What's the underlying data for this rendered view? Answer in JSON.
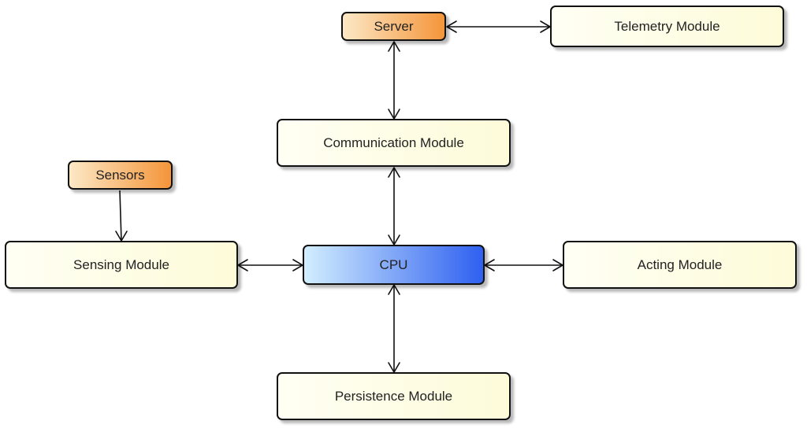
{
  "nodes": {
    "server": "Server",
    "telemetry": "Telemetry Module",
    "communication": "Communication Module",
    "sensors": "Sensors",
    "sensing": "Sensing Module",
    "cpu": "CPU",
    "acting": "Acting Module",
    "persistence": "Persistence Module"
  },
  "edges": [
    {
      "from": "server",
      "to": "telemetry",
      "direction": "both"
    },
    {
      "from": "server",
      "to": "communication",
      "direction": "both"
    },
    {
      "from": "communication",
      "to": "cpu",
      "direction": "both"
    },
    {
      "from": "sensors",
      "to": "sensing",
      "direction": "forward"
    },
    {
      "from": "sensing",
      "to": "cpu",
      "direction": "both"
    },
    {
      "from": "cpu",
      "to": "acting",
      "direction": "both"
    },
    {
      "from": "cpu",
      "to": "persistence",
      "direction": "both"
    }
  ],
  "colors": {
    "module_fill": "#fdfbd8",
    "external_fill": "#f4953a",
    "cpu_fill": "#2f60f0",
    "stroke": "#111111"
  }
}
